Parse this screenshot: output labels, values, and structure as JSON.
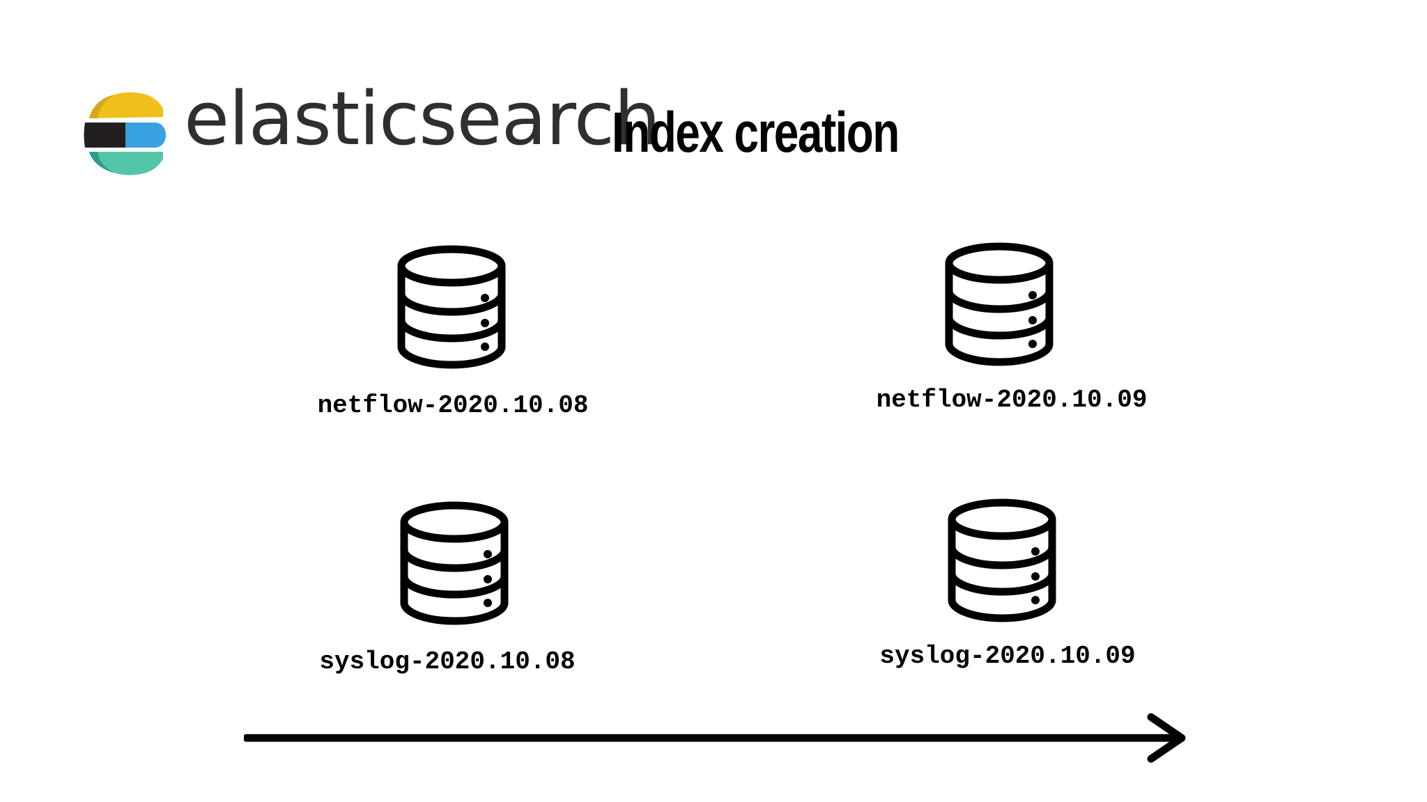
{
  "header": {
    "brand_name": "elasticsearch",
    "title": "Index creation"
  },
  "colors": {
    "logo_yellow": "#F0BF1A",
    "logo_black": "#231F20",
    "logo_blue": "#3EBEB0",
    "logo_blue_light": "#37A3E0",
    "logo_teal": "#54C5A9",
    "icon_stroke": "#000000",
    "text": "#000000"
  },
  "indices": [
    {
      "label": "netflow-2020.10.08",
      "icon": "database-icon"
    },
    {
      "label": "netflow-2020.10.09",
      "icon": "database-icon"
    },
    {
      "label": "syslog-2020.10.08",
      "icon": "database-icon"
    },
    {
      "label": "syslog-2020.10.09",
      "icon": "database-icon"
    }
  ],
  "timeline": {
    "icon": "arrow-right-icon"
  }
}
